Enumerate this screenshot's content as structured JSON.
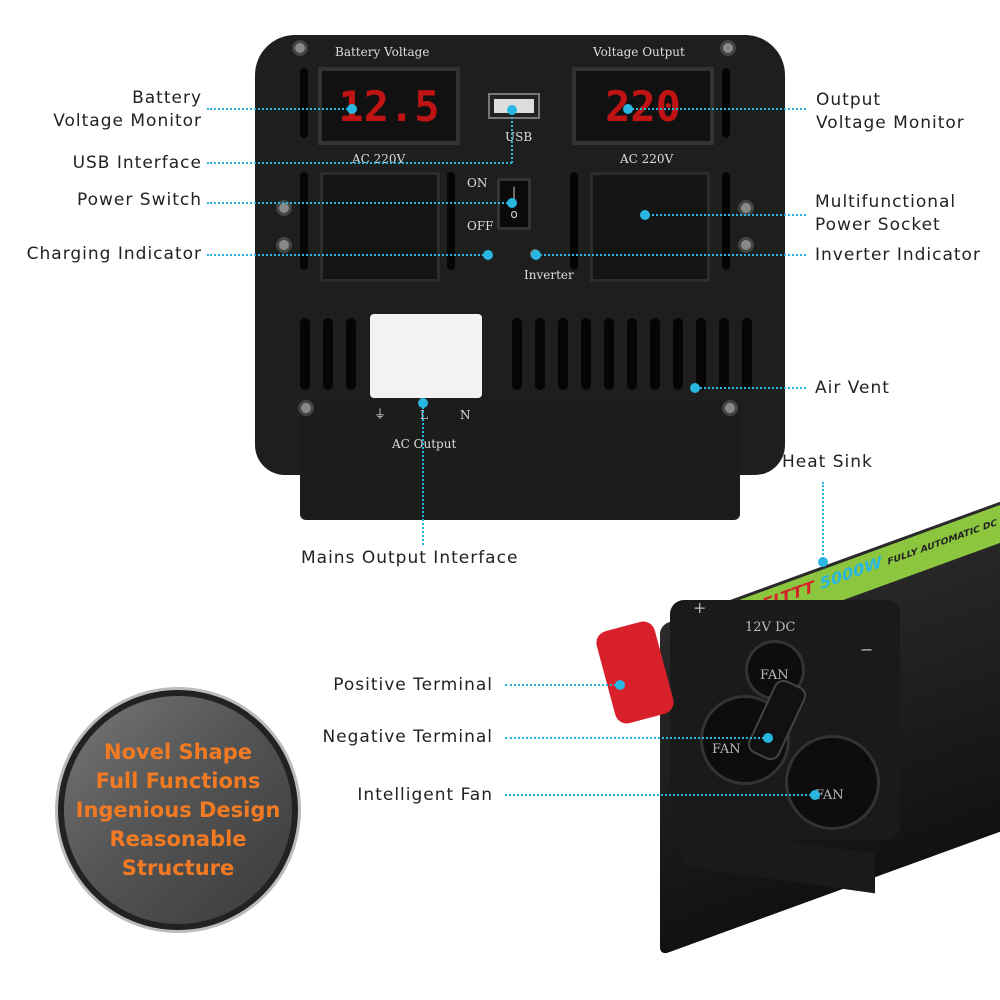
{
  "callouts": {
    "battery_monitor": [
      "Battery",
      "Voltage Monitor"
    ],
    "usb": "USB Interface",
    "power_switch": "Power Switch",
    "charging": "Charging Indicator",
    "output_monitor": [
      "Output",
      "Voltage Monitor"
    ],
    "socket": [
      "Multifunctional",
      "Power Socket"
    ],
    "inverter_indicator": "Inverter Indicator",
    "air_vent": "Air Vent",
    "heat_sink": "Heat Sink",
    "mains_output": "Mains Output  Interface",
    "positive": "Positive Terminal",
    "negative": "Negative Terminal",
    "fan": "Intelligent Fan"
  },
  "panel": {
    "battery_voltage": "Battery Voltage",
    "voltage_output": "Voltage Output",
    "battery_reading": "12.5",
    "output_reading": "220",
    "usb": "USB",
    "ac_left": "AC 220V",
    "ac_right": "AC 220V",
    "on": "ON",
    "off": "OFF",
    "inverter": "Inverter",
    "ground": "⏚",
    "l": "L",
    "n": "N",
    "ac_output": "AC Output"
  },
  "side": {
    "plus": "+",
    "minus": "−",
    "dc": "12V DC",
    "fan": "FAN",
    "brand": "BELTTT",
    "watt": "5000W",
    "desc": "FULLY AUTOMATIC DC TO AC INVERTER"
  },
  "badge": [
    "Novel Shape",
    "Full Functions",
    "Ingenious Design",
    "Reasonable",
    "Structure"
  ],
  "colors": {
    "callout": "#29b6e0",
    "badge_text": "#f27a22",
    "display": "#c01414",
    "terminal_red": "#d8202a",
    "label_green": "#8cc63f"
  }
}
